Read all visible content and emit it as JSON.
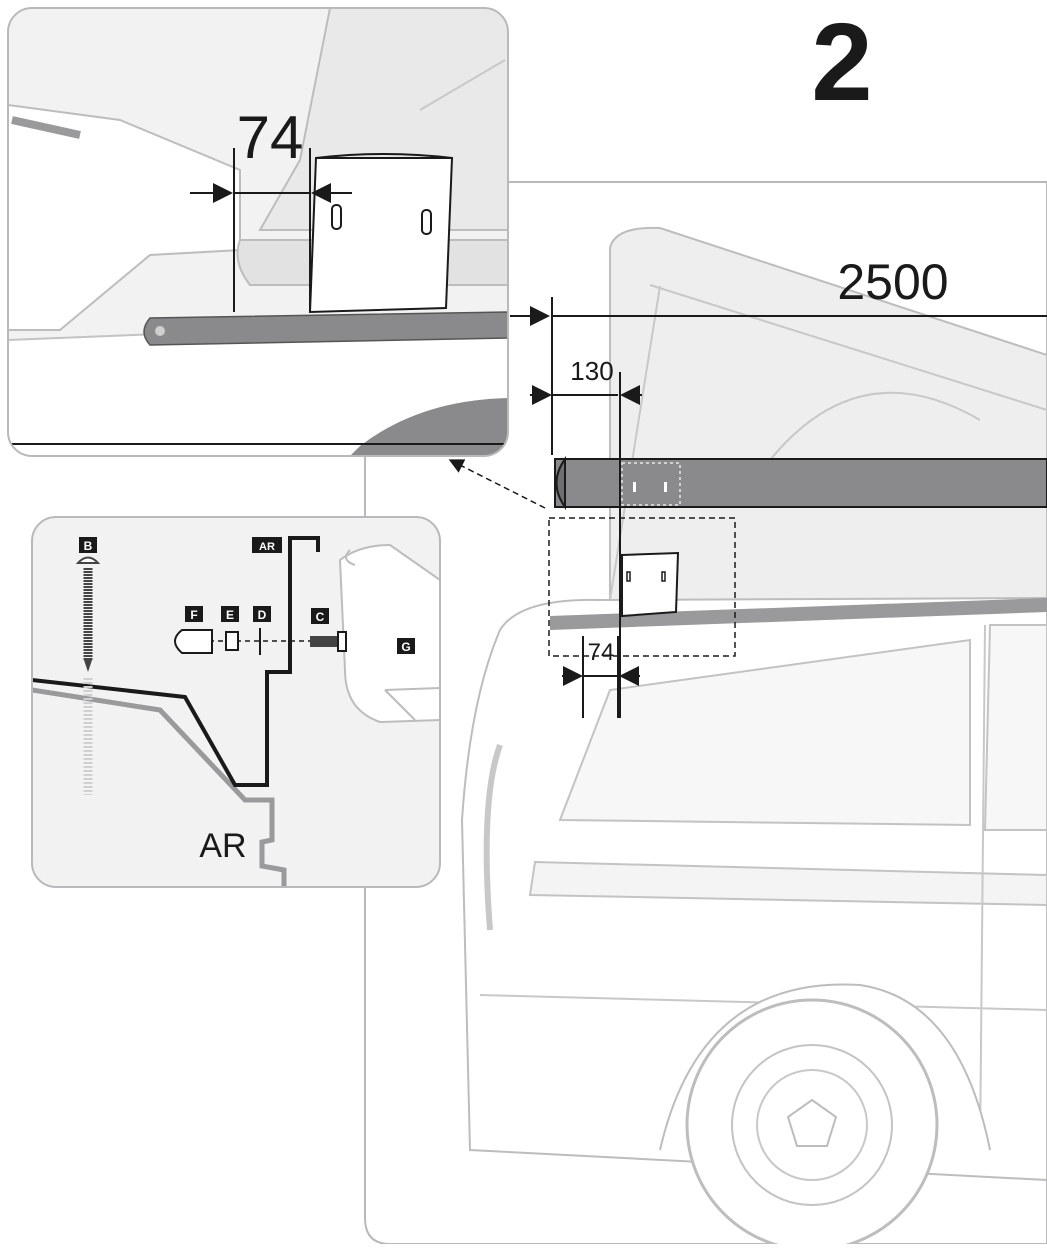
{
  "step_number": "2",
  "dimensions": {
    "rail_length": "2500",
    "bracket_offset": "130",
    "bracket_width": "74",
    "detail_bracket_width": "74"
  },
  "parts": {
    "B": "B",
    "AR_tag": "AR",
    "F": "F",
    "E": "E",
    "D": "D",
    "C": "C",
    "G": "G",
    "AR_label": "AR"
  },
  "colors": {
    "rail": "#8a8a8d",
    "panel": "#efefef",
    "line": "#b9b9bb",
    "ink": "#1a1a1a"
  }
}
